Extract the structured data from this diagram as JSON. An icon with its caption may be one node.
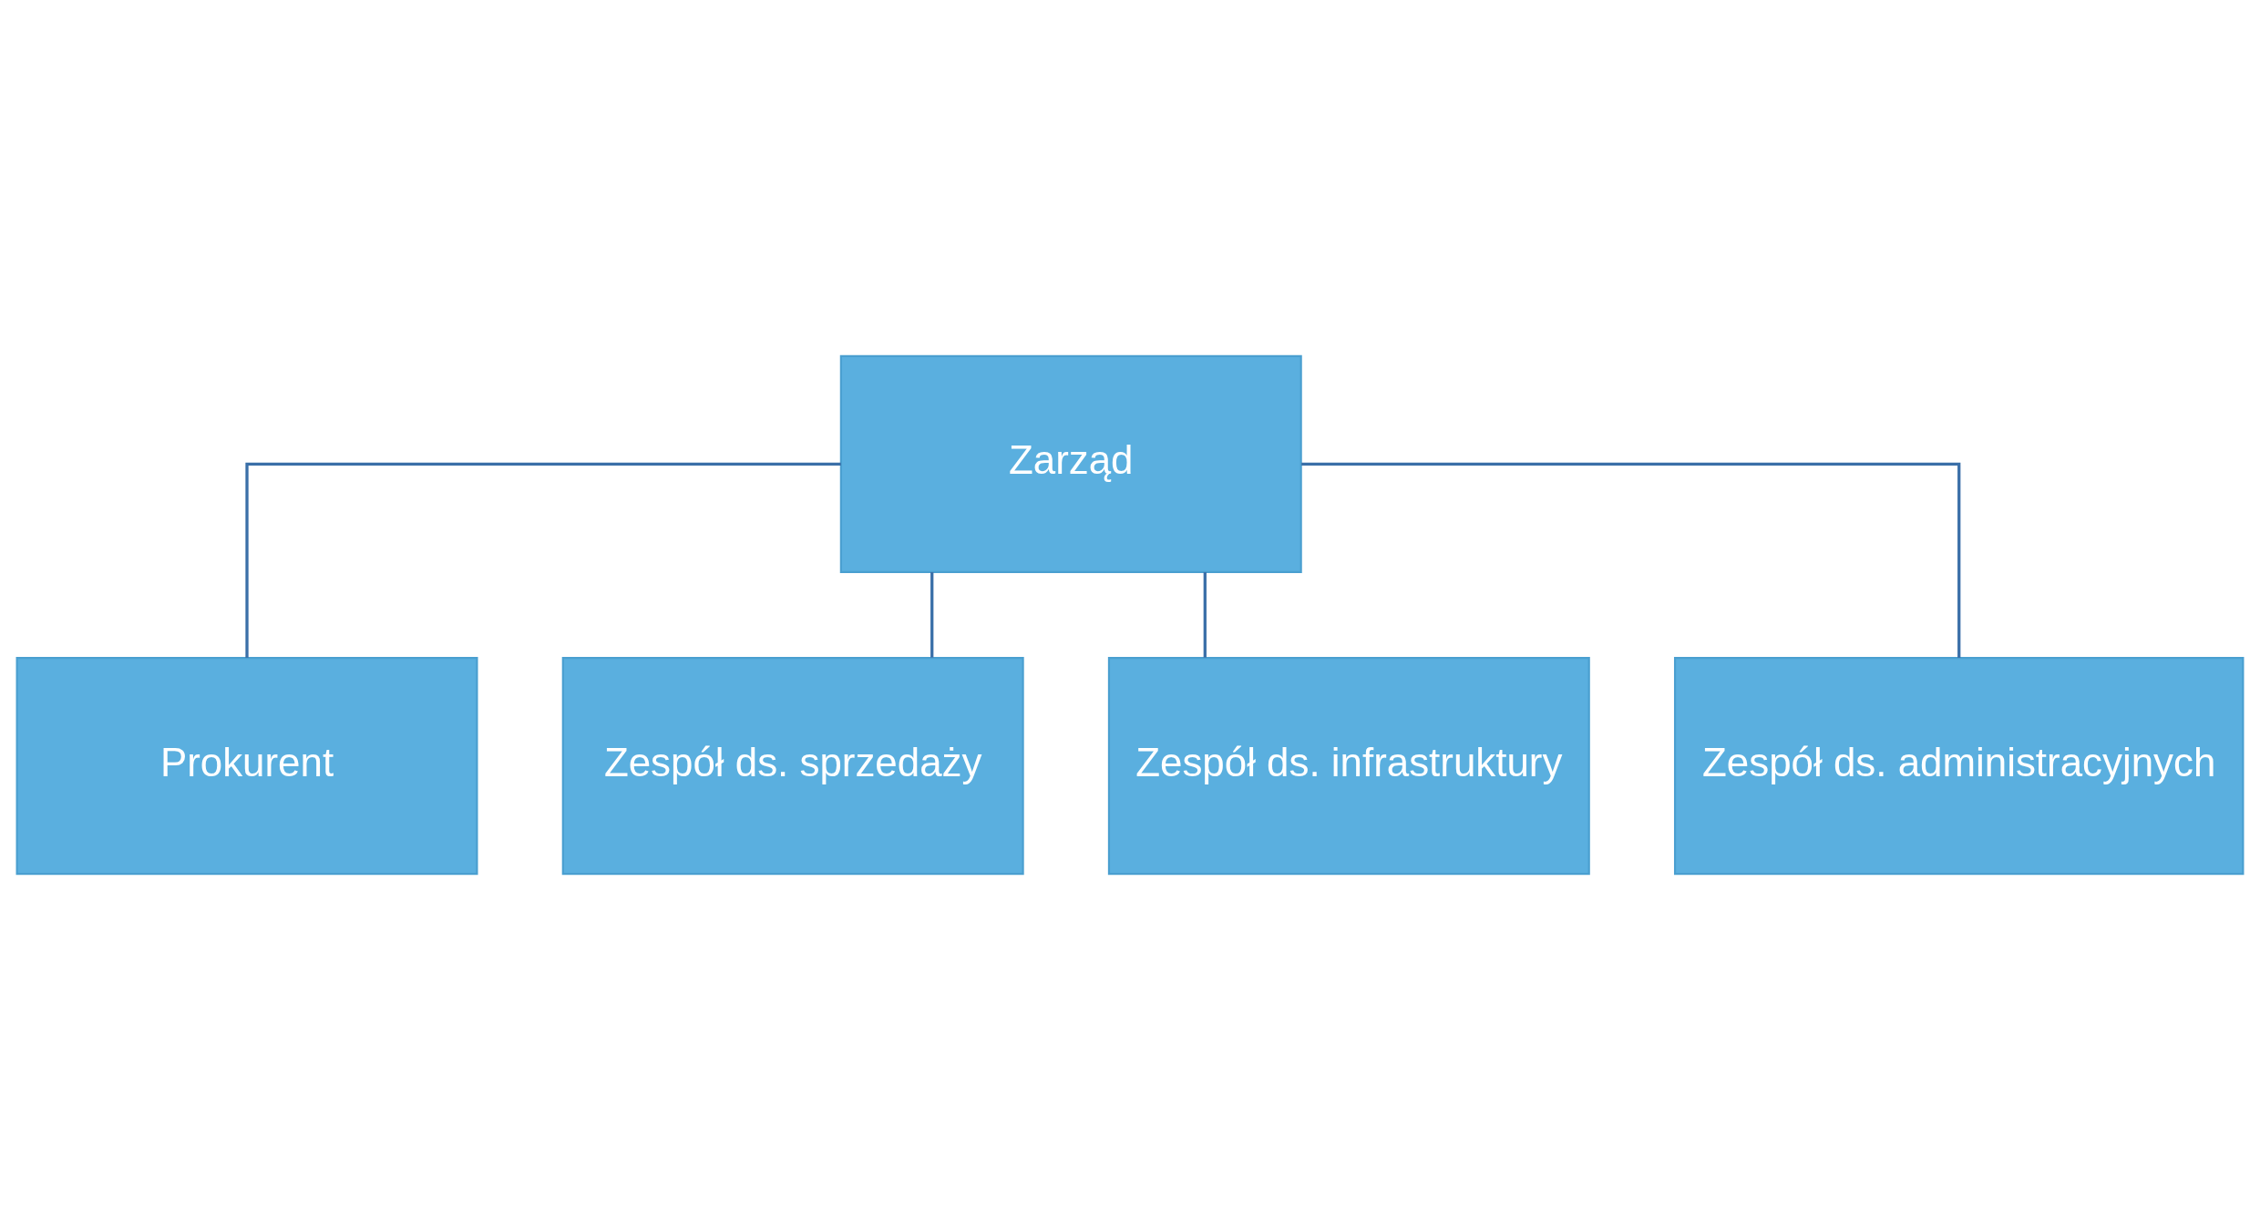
{
  "diagram": {
    "nodes": [
      {
        "text": [
          "Zarząd"
        ]
      },
      {
        "text": [
          "Prokurent"
        ]
      },
      {
        "text": [
          "Zespół ds. sprzedaży"
        ]
      },
      {
        "text": [
          "Zespół ds. infrastruktury"
        ]
      },
      {
        "text": [
          "Zespół ds. administracyjnych"
        ]
      }
    ],
    "edges": [
      {
        "from": 0,
        "to": 1,
        "arrow": "none"
      },
      {
        "from": 0,
        "to": 2,
        "arrow": "none"
      },
      {
        "from": 0,
        "to": 3,
        "arrow": "none"
      },
      {
        "from": 0,
        "to": 4,
        "arrow": "none"
      }
    ]
  }
}
